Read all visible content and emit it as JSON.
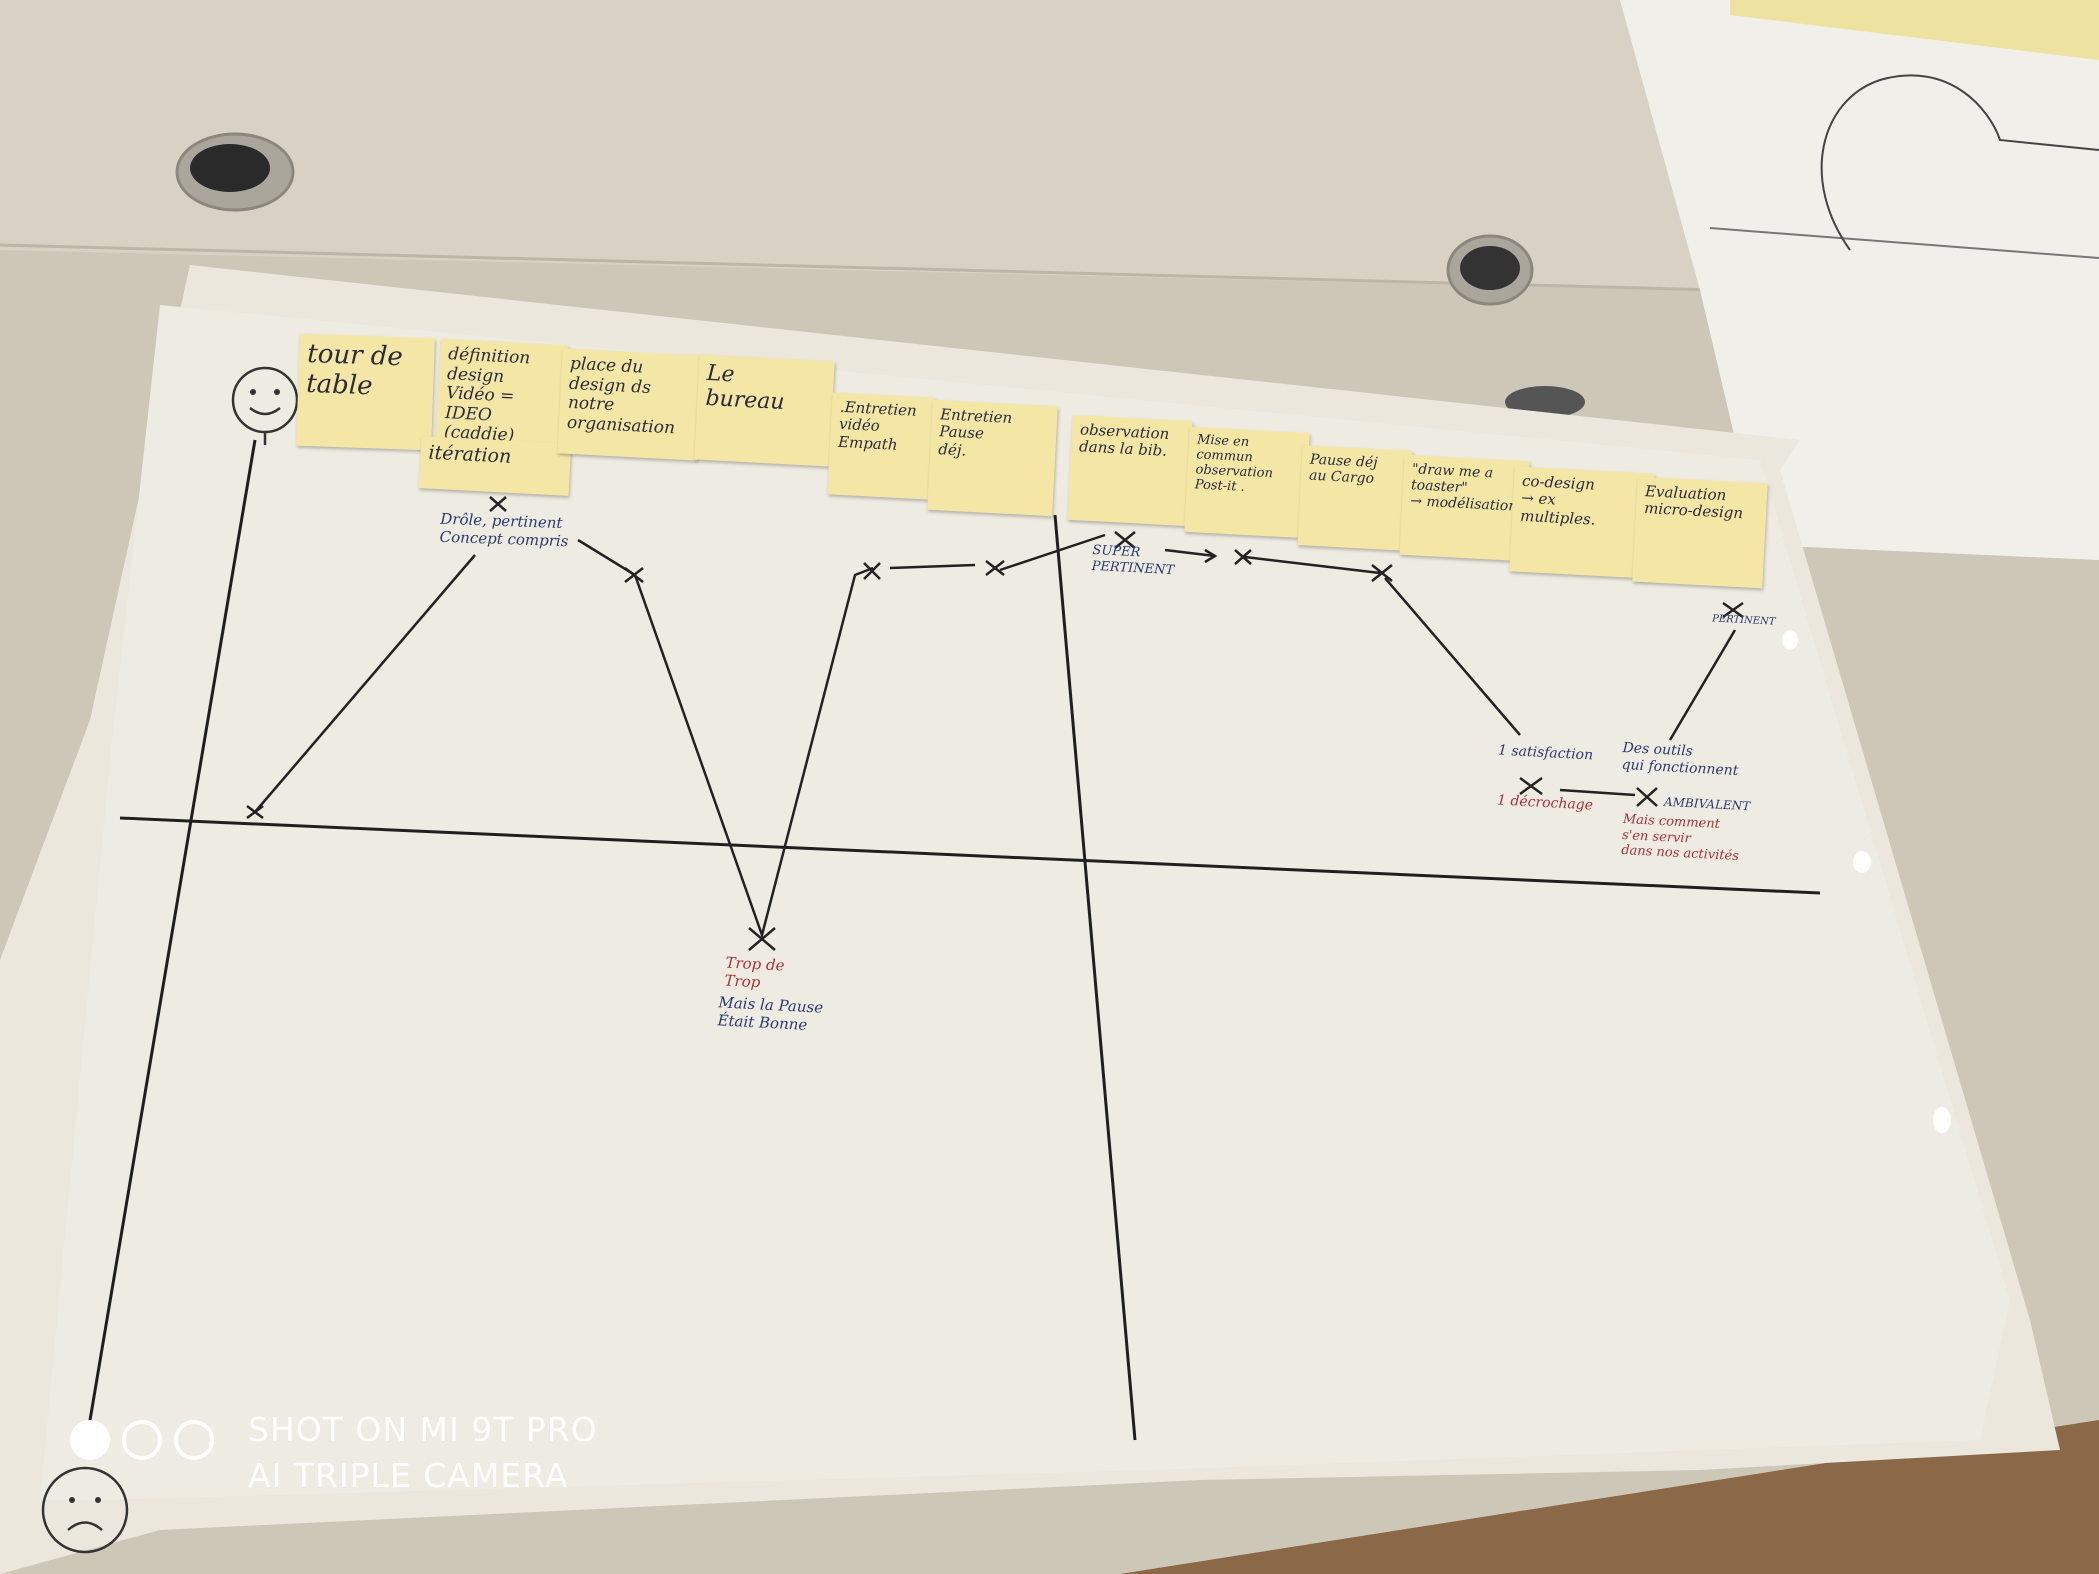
{
  "notes": [
    {
      "id": "n1",
      "text": "tour de\ntable"
    },
    {
      "id": "n2",
      "text": "définition\ndesign\nVidéo =\nIDEO\n(caddie)"
    },
    {
      "id": "n2b",
      "text": "itération"
    },
    {
      "id": "n3",
      "text": "place du\ndesign ds\nnotre\norganisation"
    },
    {
      "id": "n4",
      "text": "Le\nbureau"
    },
    {
      "id": "n5",
      "text": ".Entretien\nvidéo\nEmpath"
    },
    {
      "id": "n6",
      "text": "Entretien\nPause\ndéj."
    },
    {
      "id": "n7",
      "text": "observation\ndans la bib."
    },
    {
      "id": "n8",
      "text": "Mise en\ncommun\nobservation\nPost-it ."
    },
    {
      "id": "n9",
      "text": "Pause déj\nau Cargo"
    },
    {
      "id": "n10",
      "text": "\"draw me a\ntoaster\"\n→ modélisation"
    },
    {
      "id": "n11",
      "text": "co-design\n→ ex\nmultiples."
    },
    {
      "id": "n12",
      "text": "Evaluation\nmicro-design"
    }
  ],
  "annotations": [
    {
      "id": "a1",
      "text": "Drôle, pertinent\nConcept compris",
      "color": "blue"
    },
    {
      "id": "a2",
      "text": "Trop de\nTrop",
      "color": "red"
    },
    {
      "id": "a3",
      "text": "Mais la Pause\nÉtait Bonne",
      "color": "blue"
    },
    {
      "id": "a4",
      "text": "SUPER\nPERTINENT",
      "color": "blue"
    },
    {
      "id": "a5",
      "text": "PERTINENT",
      "color": "blue"
    },
    {
      "id": "a6",
      "text": "1 satisfaction",
      "color": "blue"
    },
    {
      "id": "a7",
      "text": "Des outils\nqui fonctionnent",
      "color": "blue"
    },
    {
      "id": "a8",
      "text": "1 décrochage",
      "color": "red"
    },
    {
      "id": "a9",
      "text": "AMBIVALENT",
      "color": "blue"
    },
    {
      "id": "a10",
      "text": "Mais comment\ns'en servir\ndans nos activités",
      "color": "red"
    }
  ],
  "watermark": {
    "line1": "SHOT ON MI 9T PRO",
    "line2": "AI TRIPLE CAMERA"
  },
  "colors": {
    "sticky": "#f4e7a6",
    "paper": "#ebe7dd",
    "ink": "#222222",
    "blue_ink": "#2b3a6e",
    "red_ink": "#a8323a"
  }
}
